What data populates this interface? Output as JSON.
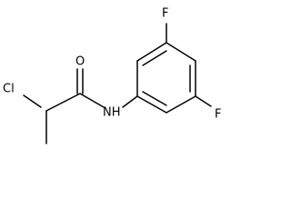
{
  "molecule": {
    "atoms": {
      "chlorine": "Cl",
      "oxygen": "O",
      "nitrogen_hydrogen": "NH",
      "fluorine_top": "F",
      "fluorine_bottom": "F"
    }
  }
}
